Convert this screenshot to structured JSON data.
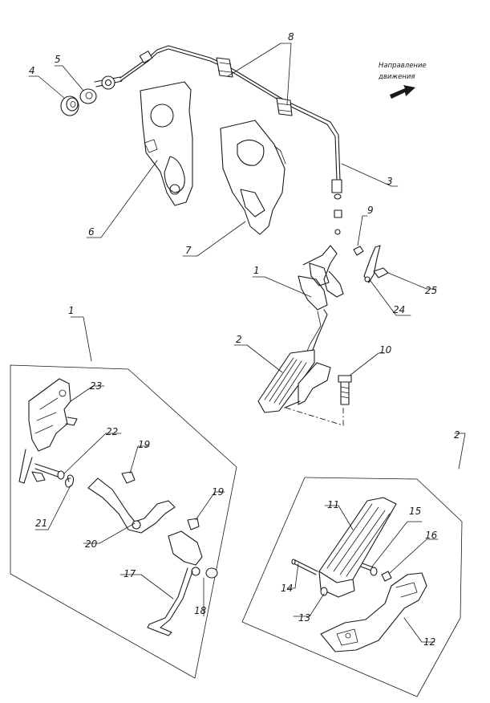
{
  "direction": {
    "line1": "Направление",
    "line2": "движения"
  },
  "callouts": {
    "c1_top": "1",
    "c1_group": "1",
    "c2": "2",
    "c2_group": "2",
    "c3": "3",
    "c4": "4",
    "c5": "5",
    "c6": "6",
    "c7": "7",
    "c8": "8",
    "c9": "9",
    "c10": "10",
    "c11": "11",
    "c12": "12",
    "c13": "13",
    "c14": "14",
    "c15": "15",
    "c16": "16",
    "c17": "17",
    "c18": "18",
    "c19a": "19",
    "c19b": "19",
    "c20": "20",
    "c21": "21",
    "c22": "22",
    "c23": "23",
    "c24": "24",
    "c25": "25"
  },
  "icons": {
    "direction_arrow": "arrow-right-icon"
  },
  "colors": {
    "ink": "#1a1a1a",
    "paper": "#ffffff"
  }
}
